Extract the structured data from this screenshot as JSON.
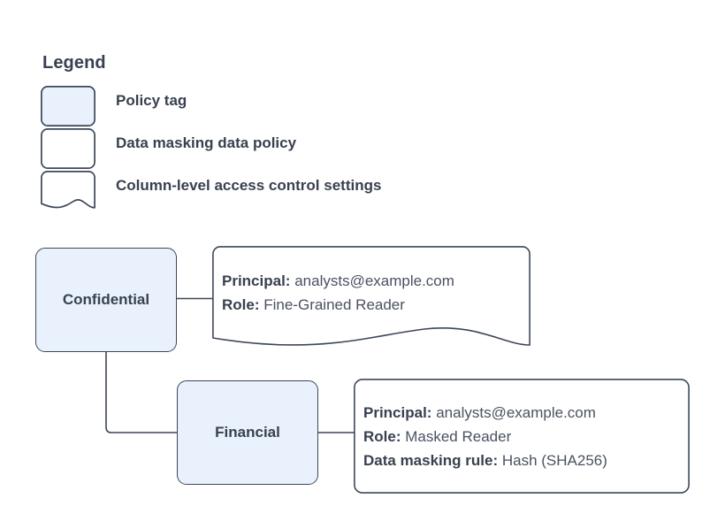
{
  "legend": {
    "title": "Legend",
    "items": [
      {
        "label": "Policy tag",
        "swatch": "rounded-rect-filled-icon"
      },
      {
        "label": "Data masking data policy",
        "swatch": "rounded-rect-outline-icon"
      },
      {
        "label": "Column-level access control settings",
        "swatch": "wavy-bottom-card-icon"
      }
    ]
  },
  "diagram": {
    "nodes": [
      {
        "id": "confidential",
        "label": "Confidential"
      },
      {
        "id": "financial",
        "label": "Financial"
      }
    ],
    "callouts": [
      {
        "id": "confidential-settings",
        "shape": "wavy-bottom-card",
        "rows": [
          {
            "key": "Principal:",
            "value": "analysts@example.com"
          },
          {
            "key": "Role:",
            "value": "Fine-Grained Reader"
          }
        ]
      },
      {
        "id": "financial-policy",
        "shape": "rounded-rect",
        "rows": [
          {
            "key": "Principal:",
            "value": "analysts@example.com"
          },
          {
            "key": "Role:",
            "value": "Masked Reader"
          },
          {
            "key": "Data masking rule:",
            "value": "Hash (SHA256)"
          }
        ]
      }
    ],
    "edges": [
      {
        "id": "confidential-to-settings",
        "from": "confidential",
        "to": "confidential-settings"
      },
      {
        "id": "confidential-to-financial",
        "from": "confidential",
        "to": "financial"
      },
      {
        "id": "financial-to-policy",
        "from": "financial",
        "to": "financial-policy"
      }
    ]
  },
  "colors": {
    "tag_fill": "#e9f1fd",
    "stroke": "#3d4757",
    "text": "#38414f",
    "value_text": "#4a5160",
    "background": "#ffffff"
  }
}
